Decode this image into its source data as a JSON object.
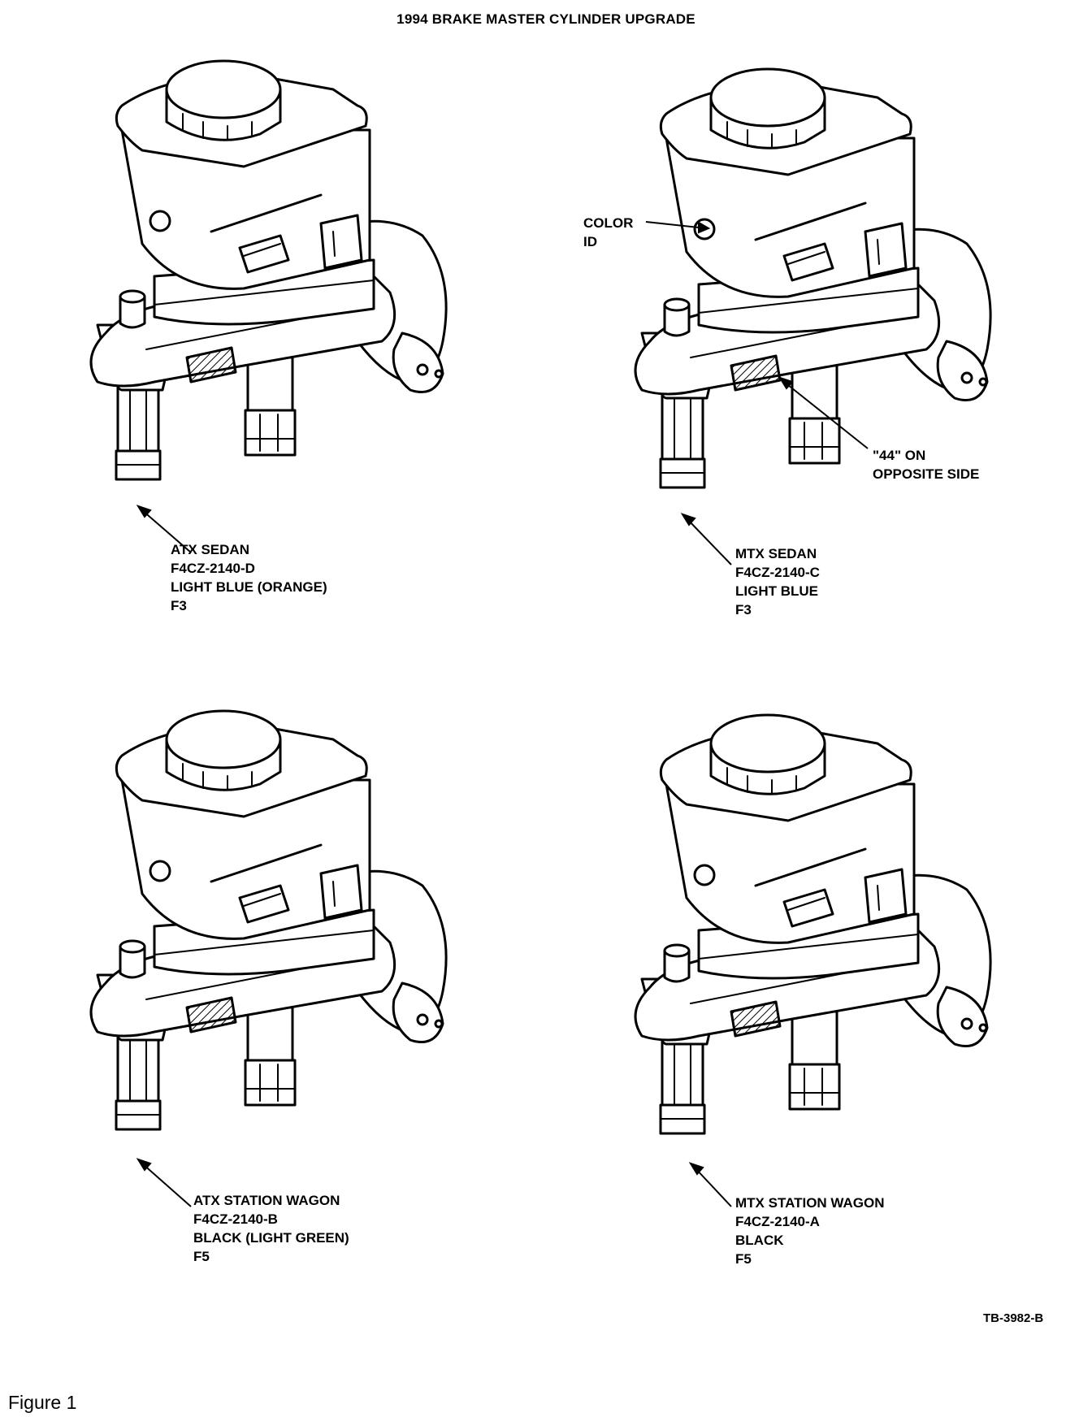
{
  "title": "1994 BRAKE MASTER CYLINDER UPGRADE",
  "callouts": {
    "color_id": [
      "COLOR",
      "ID"
    ],
    "stamp_44": [
      "\"44\" ON",
      "OPPOSITE SIDE"
    ]
  },
  "variants": [
    {
      "name": "ATX SEDAN",
      "part": "F4CZ-2140-D",
      "color": "LIGHT BLUE (ORANGE)",
      "code": "F3"
    },
    {
      "name": "MTX SEDAN",
      "part": "F4CZ-2140-C",
      "color": "LIGHT BLUE",
      "code": "F3"
    },
    {
      "name": "ATX STATION WAGON",
      "part": "F4CZ-2140-B",
      "color": "BLACK (LIGHT GREEN)",
      "code": "F5"
    },
    {
      "name": "MTX STATION WAGON",
      "part": "F4CZ-2140-A",
      "color": "BLACK",
      "code": "F5"
    }
  ],
  "reference": "TB-3982-B",
  "figure_caption": "Figure 1"
}
